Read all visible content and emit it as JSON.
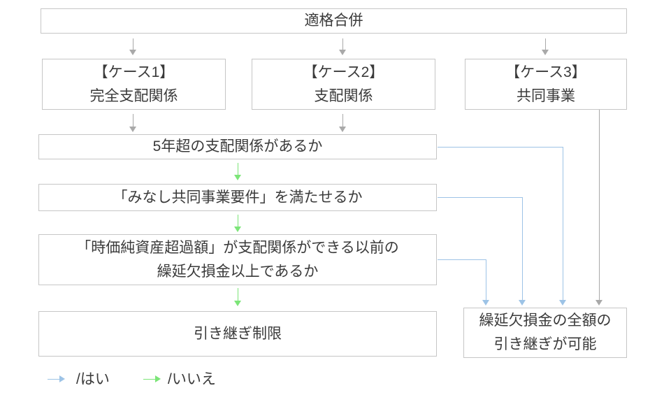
{
  "flowchart": {
    "title": "適格合併",
    "cases": [
      {
        "label": "【ケース1】",
        "sub": "完全支配関係"
      },
      {
        "label": "【ケース2】",
        "sub": "支配関係"
      },
      {
        "label": "【ケース3】",
        "sub": "共同事業"
      }
    ],
    "questions": [
      {
        "text": "5年超の支配関係があるか"
      },
      {
        "text": "「みなし共同事業要件」を満たせるか"
      },
      {
        "line1": "「時価純資産超過額」が支配関係ができる以前の",
        "line2": "繰延欠損金以上であるか"
      }
    ],
    "outcomes": {
      "restricted": "引き継ぎ制限",
      "full": {
        "line1": "繰延欠損金の全額の",
        "line2": "引き継ぎが可能"
      }
    },
    "legend": {
      "yes_label": "/はい",
      "no_label": "/いいえ"
    },
    "colors": {
      "yes_arrow": "#9dc3e6",
      "no_arrow": "#7ce578",
      "flow_arrow": "#a9a9a9",
      "box_border": "#c6c6c6",
      "text": "#3a3a3a"
    }
  }
}
